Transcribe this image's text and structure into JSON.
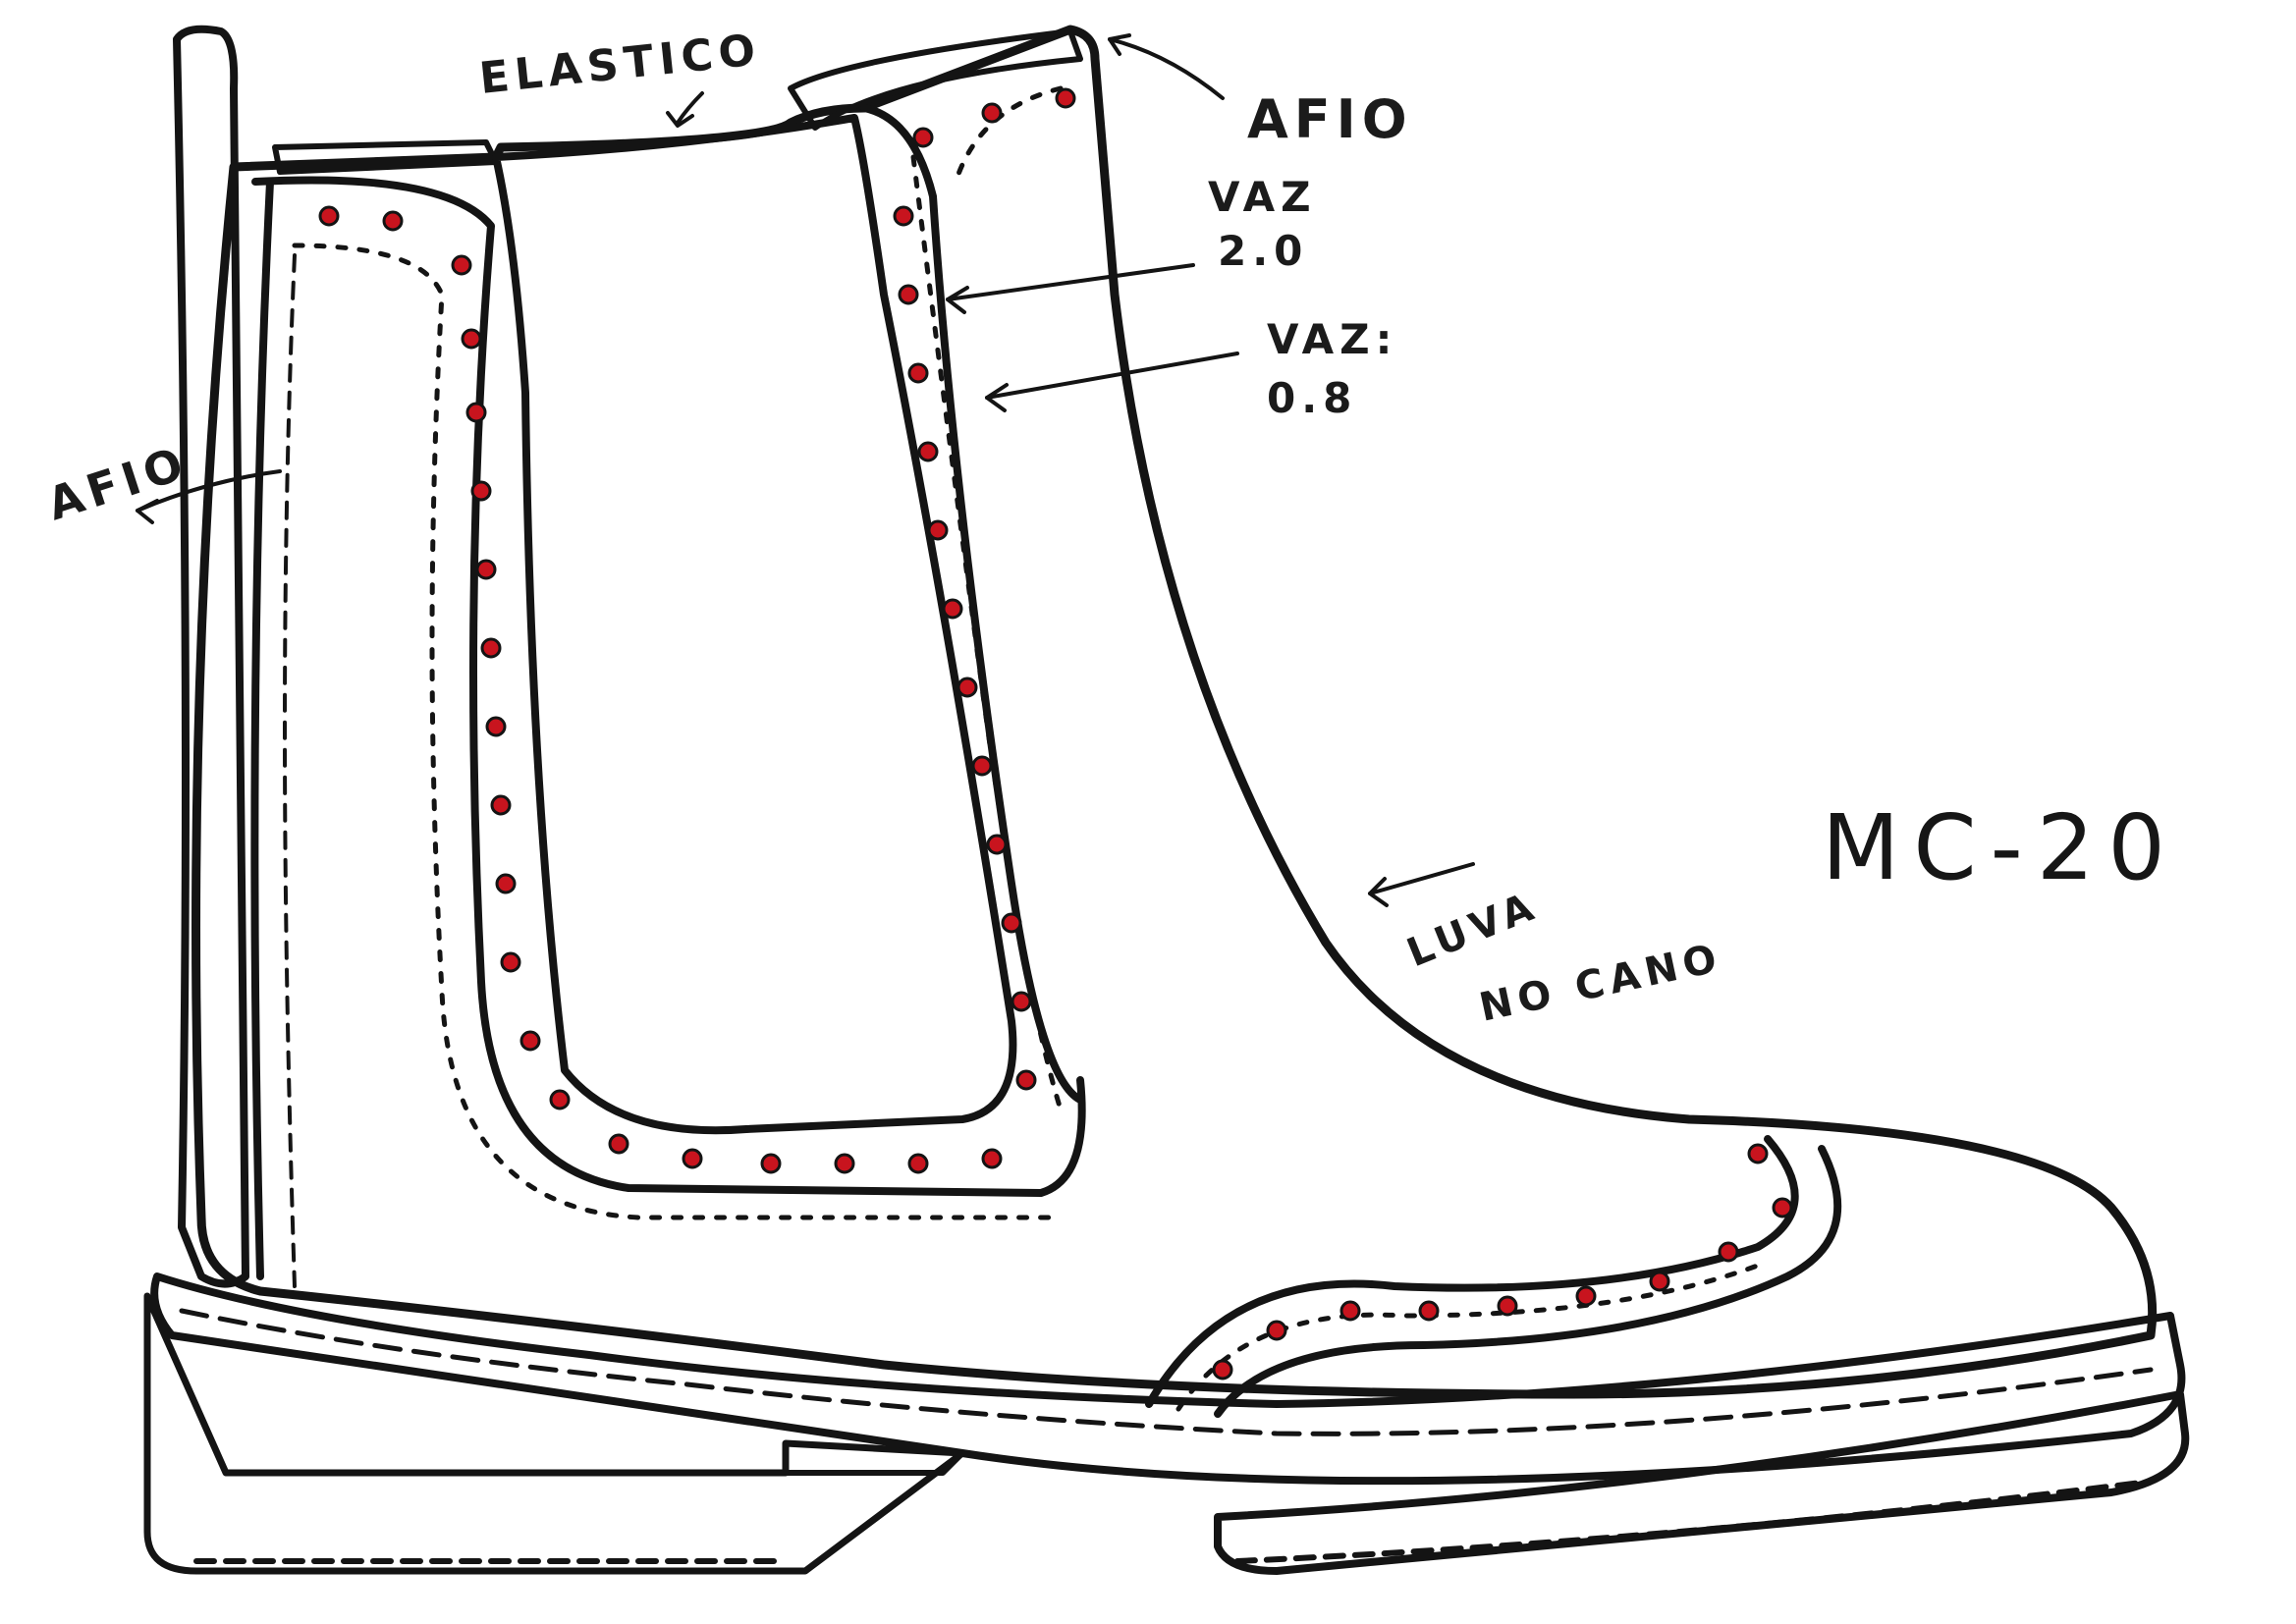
{
  "annotations": {
    "elastic": "ELASTICO",
    "top_edge_right": "AFIO",
    "top_edge_left": "AFIO",
    "thickness_outer_1": "VAZ",
    "thickness_outer_2": "2.0",
    "thickness_inner_1": "VAZ:",
    "thickness_inner_2": "0.8",
    "shaft_lining_1": "LUVA",
    "shaft_lining_2": "NO CANO"
  },
  "model_code": "MC-20",
  "colors": {
    "ink": "#141414",
    "perforation_red": "#c8141e",
    "leather_grey": "#cfcfcf",
    "sole_grey": "#8e8e8e",
    "lining_cream": "#f6efc4",
    "elastic_dark": "#3a3a3a"
  }
}
